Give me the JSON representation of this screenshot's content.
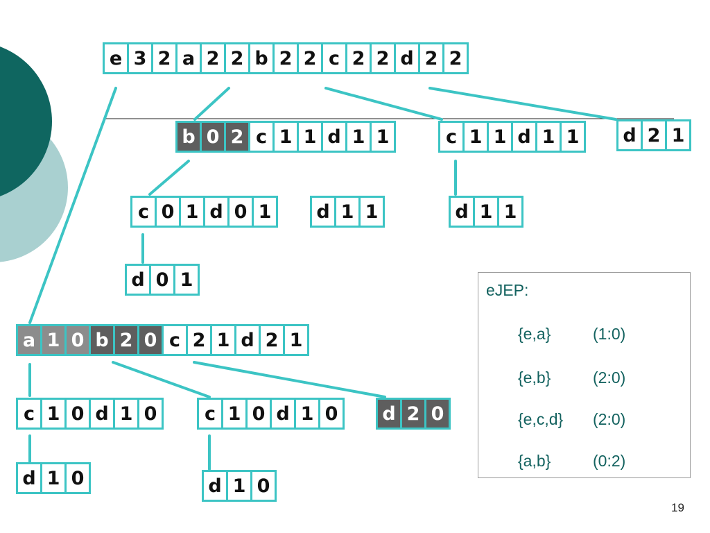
{
  "colors": {
    "accent": "#3cc4c4",
    "circle_dark": "#0f6660",
    "circle_light": "#a9d0d0",
    "highlight_light": "#8c8c8c",
    "highlight_dark": "#5e5e5e",
    "ejep_text": "#13625f"
  },
  "nodes": [
    {
      "id": "root",
      "cells": [
        {
          "t": "e"
        },
        {
          "t": "3"
        },
        {
          "t": "2"
        },
        {
          "t": "a"
        },
        {
          "t": "2"
        },
        {
          "t": "2"
        },
        {
          "t": "b"
        },
        {
          "t": "2"
        },
        {
          "t": "2"
        },
        {
          "t": "c"
        },
        {
          "t": "2"
        },
        {
          "t": "2"
        },
        {
          "t": "d"
        },
        {
          "t": "2"
        },
        {
          "t": "2"
        }
      ]
    },
    {
      "id": "a-child",
      "cells": [
        {
          "t": "b",
          "h": "dark"
        },
        {
          "t": "0",
          "h": "dark"
        },
        {
          "t": "2",
          "h": "dark"
        },
        {
          "t": "c"
        },
        {
          "t": "1"
        },
        {
          "t": "1"
        },
        {
          "t": "d"
        },
        {
          "t": "1"
        },
        {
          "t": "1"
        }
      ]
    },
    {
      "id": "b-child",
      "cells": [
        {
          "t": "c"
        },
        {
          "t": "1"
        },
        {
          "t": "1"
        },
        {
          "t": "d"
        },
        {
          "t": "1"
        },
        {
          "t": "1"
        }
      ]
    },
    {
      "id": "c-child",
      "cells": [
        {
          "t": "d"
        },
        {
          "t": "2"
        },
        {
          "t": "1"
        }
      ]
    },
    {
      "id": "ab-child",
      "cells": [
        {
          "t": "c"
        },
        {
          "t": "0"
        },
        {
          "t": "1"
        },
        {
          "t": "d"
        },
        {
          "t": "0"
        },
        {
          "t": "1"
        }
      ]
    },
    {
      "id": "ac-child",
      "cells": [
        {
          "t": "d"
        },
        {
          "t": "1"
        },
        {
          "t": "1"
        }
      ]
    },
    {
      "id": "bc-child",
      "cells": [
        {
          "t": "d"
        },
        {
          "t": "1"
        },
        {
          "t": "1"
        }
      ]
    },
    {
      "id": "abc-child",
      "cells": [
        {
          "t": "d"
        },
        {
          "t": "0"
        },
        {
          "t": "1"
        }
      ]
    },
    {
      "id": "e-child",
      "cells": [
        {
          "t": "a",
          "h": "light"
        },
        {
          "t": "1",
          "h": "light"
        },
        {
          "t": "0",
          "h": "light"
        },
        {
          "t": "b",
          "h": "dark"
        },
        {
          "t": "2",
          "h": "dark"
        },
        {
          "t": "0",
          "h": "dark"
        },
        {
          "t": "c"
        },
        {
          "t": "2"
        },
        {
          "t": "1"
        },
        {
          "t": "d"
        },
        {
          "t": "2"
        },
        {
          "t": "1"
        }
      ]
    },
    {
      "id": "ea-child",
      "cells": [
        {
          "t": "c"
        },
        {
          "t": "1"
        },
        {
          "t": "0"
        },
        {
          "t": "d"
        },
        {
          "t": "1"
        },
        {
          "t": "0"
        }
      ]
    },
    {
      "id": "eb-child",
      "cells": [
        {
          "t": "c"
        },
        {
          "t": "1"
        },
        {
          "t": "0"
        },
        {
          "t": "d"
        },
        {
          "t": "1"
        },
        {
          "t": "0"
        }
      ]
    },
    {
      "id": "ec-child",
      "cells": [
        {
          "t": "d",
          "h": "dark"
        },
        {
          "t": "2",
          "h": "dark"
        },
        {
          "t": "0",
          "h": "dark"
        }
      ]
    },
    {
      "id": "eac-child",
      "cells": [
        {
          "t": "d"
        },
        {
          "t": "1"
        },
        {
          "t": "0"
        }
      ]
    },
    {
      "id": "ebc-child",
      "cells": [
        {
          "t": "d"
        },
        {
          "t": "1"
        },
        {
          "t": "0"
        }
      ]
    }
  ],
  "ejep": {
    "title": "eJEP:",
    "rows": [
      {
        "set": "{e,a}",
        "count": "(1:0)"
      },
      {
        "set": "{e,b}",
        "count": "(2:0)"
      },
      {
        "set": "{e,c,d}",
        "count": "(2:0)"
      },
      {
        "set": "{a,b}",
        "count": "(0:2)"
      }
    ]
  },
  "page_number": "19"
}
